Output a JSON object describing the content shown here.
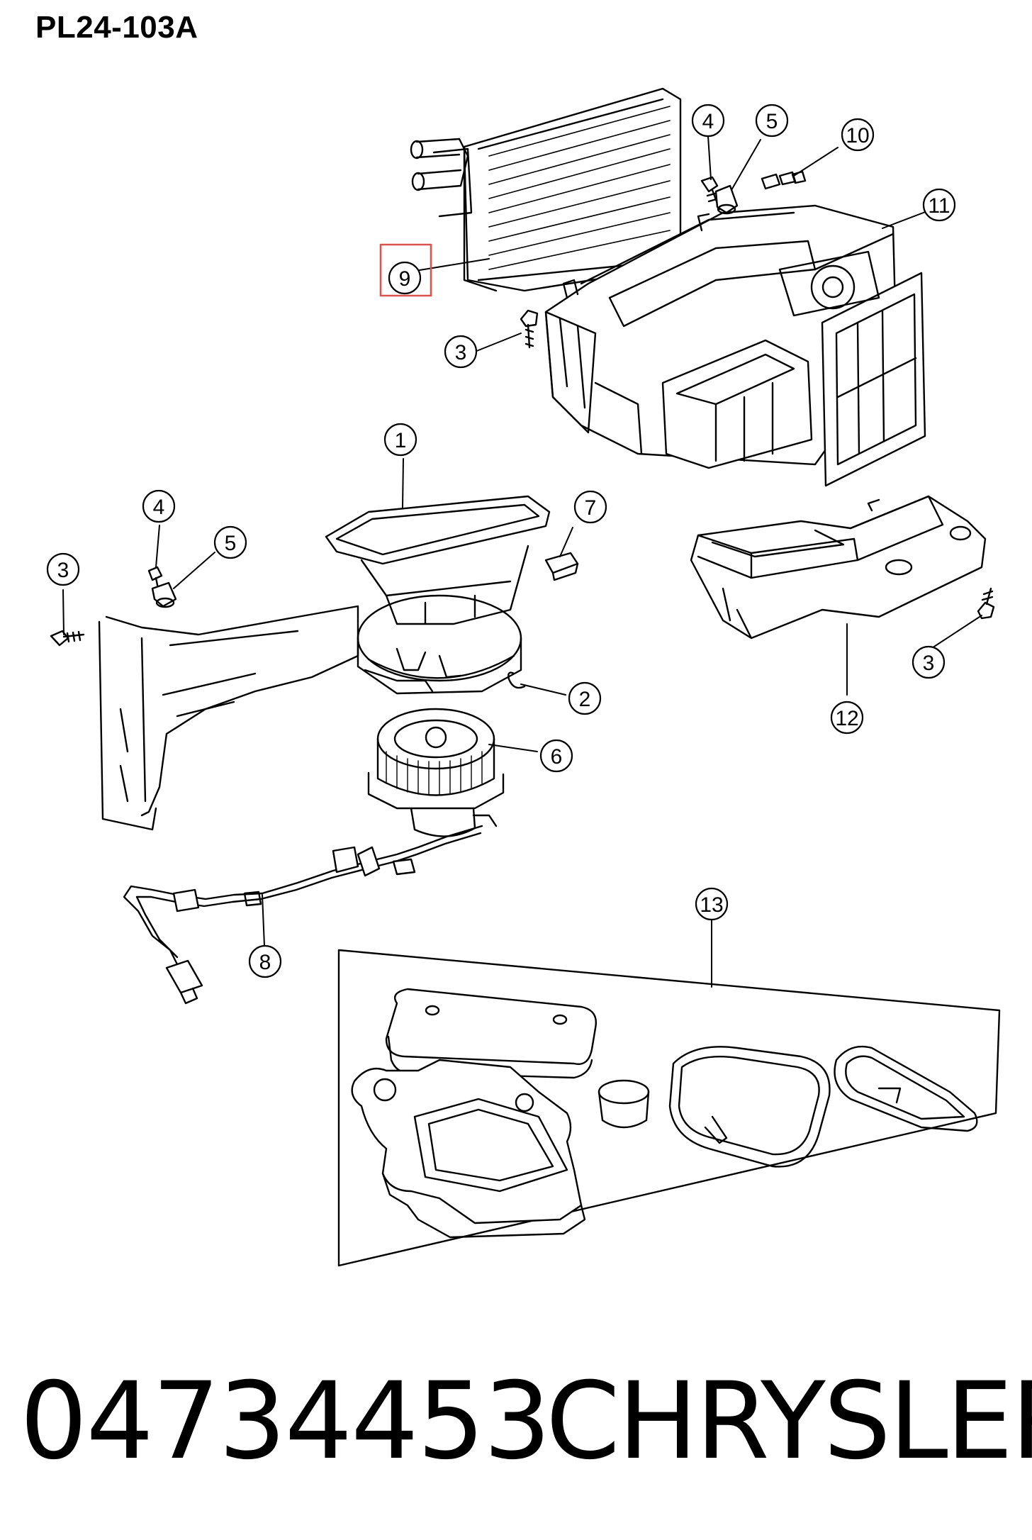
{
  "header": {
    "diagram_code": "PL24-103A"
  },
  "callouts": {
    "c1": "1",
    "c2": "2",
    "c3a": "3",
    "c3b": "3",
    "c3c": "3",
    "c4a": "4",
    "c4b": "4",
    "c5a": "5",
    "c5b": "5",
    "c6": "6",
    "c7": "7",
    "c8": "8",
    "c9": "9",
    "c10": "10",
    "c11": "11",
    "c12": "12",
    "c13": "13"
  },
  "highlight": {
    "callout": "9",
    "color": "#d9534f"
  },
  "footer": {
    "part_number": "04734453",
    "manufacturer": "CHRYSLER"
  }
}
